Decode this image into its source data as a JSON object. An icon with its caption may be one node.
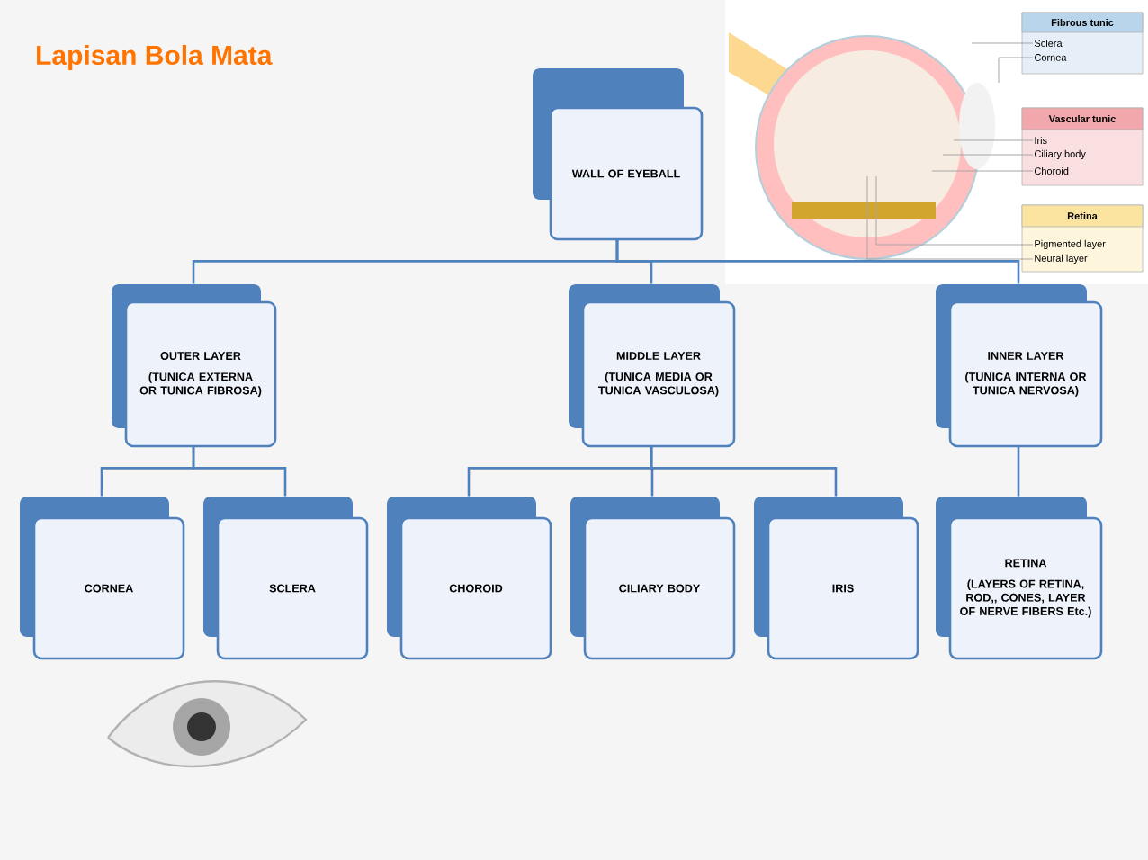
{
  "diagram": {
    "title": "Lapisan Bola Mata",
    "nodes": [
      {
        "text": [
          "WALL OF EYEBALL"
        ]
      },
      {
        "text": [
          "OUTER LAYER",
          "(TUNICA EXTERNA OR TUNICA FIBROSA)"
        ]
      },
      {
        "text": [
          "MIDDLE LAYER",
          "(TUNICA MEDIA OR TUNICA VASCULOSA)"
        ]
      },
      {
        "text": [
          "INNER LAYER",
          "(TUNICA INTERNA OR TUNICA NERVOSA)"
        ]
      },
      {
        "text": [
          "CORNEA"
        ]
      },
      {
        "text": [
          "SCLERA"
        ]
      },
      {
        "text": [
          "CHOROID"
        ]
      },
      {
        "text": [
          "CILIARY BODY"
        ]
      },
      {
        "text": [
          "IRIS"
        ]
      },
      {
        "text": [
          "RETINA",
          "(LAYERS OF RETINA, ROD,, CONES, LAYER OF NERVE FIBERS Etc.)"
        ]
      },
      {
        "text": [
          "Fibrous tunic"
        ]
      },
      {
        "text": [
          "Sclera"
        ],
        "in": 10
      },
      {
        "text": [
          "Cornea"
        ],
        "in": 10
      },
      {
        "text": [
          "Vascular tunic"
        ]
      },
      {
        "text": [
          "Iris"
        ],
        "in": 13
      },
      {
        "text": [
          "Ciliary body"
        ],
        "in": 13
      },
      {
        "text": [
          "Choroid"
        ],
        "in": 13
      },
      {
        "text": [
          "Retina"
        ]
      },
      {
        "text": [
          "Pigmented layer"
        ],
        "in": 17
      },
      {
        "text": [
          "Neural layer"
        ],
        "in": 17
      },
      {
        "text": [],
        "shape": "picture"
      }
    ],
    "edges": [
      {
        "from": 0,
        "to": 1,
        "arrow": "none"
      },
      {
        "from": 0,
        "to": 2,
        "arrow": "none"
      },
      {
        "from": 0,
        "to": 3,
        "arrow": "none"
      },
      {
        "from": 1,
        "to": 4,
        "arrow": "none"
      },
      {
        "from": 1,
        "to": 5,
        "arrow": "none"
      },
      {
        "from": 2,
        "to": 6,
        "arrow": "none"
      },
      {
        "from": 2,
        "to": 7,
        "arrow": "none"
      },
      {
        "from": 2,
        "to": 8,
        "arrow": "none"
      },
      {
        "from": 3,
        "to": 9,
        "arrow": "none"
      },
      {
        "from": 11,
        "to": 20,
        "arrow": "none"
      },
      {
        "from": 12,
        "to": 20,
        "arrow": "none"
      },
      {
        "from": 14,
        "to": 20,
        "arrow": "none"
      },
      {
        "from": 15,
        "to": 20,
        "arrow": "none"
      },
      {
        "from": 16,
        "to": 20,
        "arrow": "none"
      },
      {
        "from": 18,
        "to": 20,
        "arrow": "none"
      },
      {
        "from": 19,
        "to": 20,
        "arrow": "none"
      }
    ]
  }
}
